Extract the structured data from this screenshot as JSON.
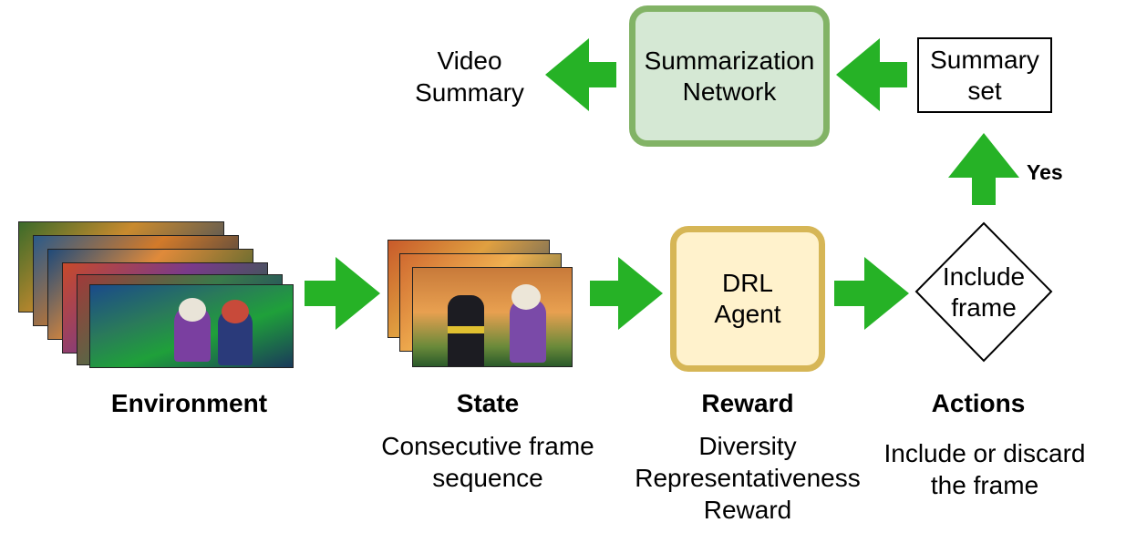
{
  "top_row": {
    "video_summary": [
      "Video",
      "Summary"
    ],
    "summarization_network": [
      "Summarization",
      "Network"
    ],
    "summary_set": [
      "Summary",
      "set"
    ]
  },
  "yes_label": "Yes",
  "agent_box": [
    "DRL",
    "Agent"
  ],
  "decision": [
    "Include",
    "frame"
  ],
  "stages": {
    "environment": {
      "title": "Environment"
    },
    "state": {
      "title": "State",
      "desc": [
        "Consecutive frame",
        "sequence"
      ]
    },
    "reward": {
      "title": "Reward",
      "desc": [
        "Diversity",
        "Representativeness",
        "Reward"
      ]
    },
    "actions": {
      "title": "Actions",
      "desc": [
        "Include or discard",
        "the frame"
      ]
    }
  },
  "colors": {
    "arrow": "#26b226",
    "network_fill": "#d5e8d4",
    "network_border": "#82b366",
    "agent_fill": "#fff2cc",
    "agent_border": "#d6b656"
  }
}
